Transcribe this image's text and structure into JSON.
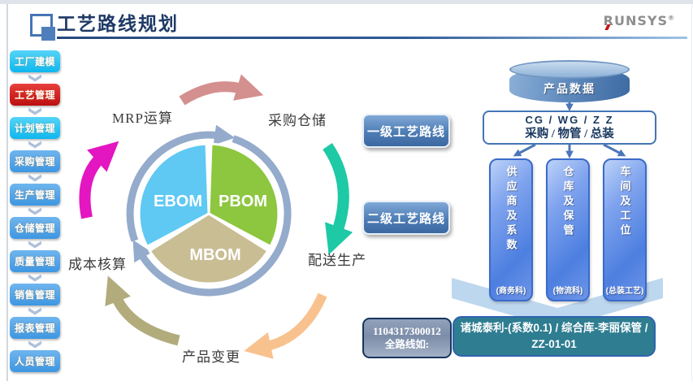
{
  "header": {
    "title": "工艺路线规划",
    "brand": "RUNSYS",
    "brand_reg": "®"
  },
  "sidebar": {
    "items": [
      {
        "label": "工厂建模",
        "color": "#1fc3f3",
        "active": false
      },
      {
        "label": "工艺管理",
        "color": "#c9181a",
        "active": true
      },
      {
        "label": "计划管理",
        "color": "#1fc3f3",
        "active": false
      },
      {
        "label": "采购管理",
        "color": "#4aa4e8",
        "active": false
      },
      {
        "label": "生产管理",
        "color": "#4aa4e8",
        "active": false
      },
      {
        "label": "仓储管理",
        "color": "#4aa4e8",
        "active": false
      },
      {
        "label": "质量管理",
        "color": "#4aa4e8",
        "active": false
      },
      {
        "label": "销售管理",
        "color": "#4aa4e8",
        "active": false
      },
      {
        "label": "报表管理",
        "color": "#4aa4e8",
        "active": false
      },
      {
        "label": "人员管理",
        "color": "#4aa4e8",
        "active": false
      }
    ]
  },
  "cycle": {
    "segments": [
      {
        "label": "EBOM",
        "color": "#5fc9f3"
      },
      {
        "label": "PBOM",
        "color": "#8dc63f"
      },
      {
        "label": "MBOM",
        "color": "#c9bd94"
      }
    ],
    "ring_color": "#94abcc",
    "labels": {
      "mrp": "MRP运算",
      "purchase": "采购仓储",
      "cost": "成本核算",
      "delivery": "配送生产",
      "change": "产品变更"
    },
    "arrow_colors": {
      "top_pink": "#d48f8f",
      "left_magenta": "#e316c1",
      "right_teal": "#1ec9a6",
      "bottom_khaki": "#b2ac7d",
      "bottom_orange": "#f8c28e"
    }
  },
  "route": {
    "level1": "一级工艺路线",
    "level2": "二级工艺路线"
  },
  "flow": {
    "database": "产品数据",
    "codes_line1": "CG / WG / Z Z",
    "codes_line2": "采购 / 物管 / 总装",
    "columns": [
      {
        "title": "供应商及系数",
        "caption": "(商务科)"
      },
      {
        "title": "仓库及保管",
        "caption": "(物流科)"
      },
      {
        "title": "车间及工位",
        "caption": "(总装工艺)"
      }
    ],
    "result": {
      "code": "1104317300012",
      "label": "全路线如:",
      "value": "诸城泰利-(系数0.1) / 综合库-李丽保管 / ZZ-01-01"
    }
  }
}
